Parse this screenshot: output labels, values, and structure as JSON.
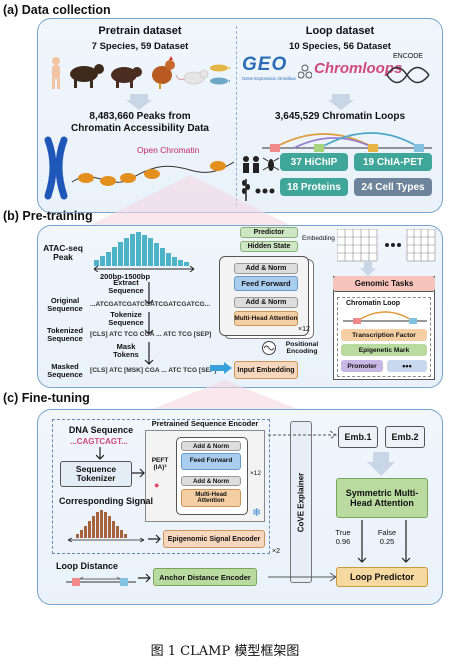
{
  "sections": {
    "a": "(a) Data collection",
    "b": "(b) Pre-training",
    "c": "(c) Fine-tuning"
  },
  "data_collection": {
    "pretrain_title": "Pretrain dataset",
    "pretrain_sub": "7 Species, 59 Dataset",
    "pretrain_peaks": "8,483,660 Peaks from",
    "pretrain_peaks2": "Chromatin Accessibility Data",
    "open_chromatin": "Open Chromatin",
    "loop_title": "Loop dataset",
    "loop_sub": "10 Species, 56 Dataset",
    "geo": "GEO",
    "geo_sub": "Gene Expression Omnibus",
    "chromloops": "Chromloops",
    "encode": "ENCODE",
    "loops_count": "3,645,529 Chromatin Loops",
    "stats": [
      "37 HiChIP",
      "19 ChIA-PET",
      "18 Proteins",
      "24 Cell Types"
    ]
  },
  "pretraining": {
    "atac": "ATAC-seq Peak",
    "bp": "200bp-1500bp",
    "extract": "Extract Sequence",
    "original": "Original Sequence",
    "original_seq": "...ATCGATCGATCGATCGATCGATCG...",
    "tokenize": "Tokenize Sequence",
    "tokenized": "Tokenized Sequence",
    "tokenized_seq": "[CLS] ATC TCG CGA ... ATC TCG [SEP]",
    "mask": "Mask Tokens",
    "masked": "Masked Sequence",
    "masked_seq": "[CLS] ATC [MSK] CGA ... ATC TCG [SEP]",
    "predictor": "Predictor",
    "hidden": "Hidden State",
    "add_norm": "Add & Norm",
    "ffn": "Feed Forward",
    "mha": "Multi-Head Attention",
    "x12": "×12",
    "pos": "Positional Encoding",
    "input_emb": "Input Embedding",
    "embedding": "Embedding",
    "genomic": "Genomic Tasks",
    "tasks": [
      "Chromatin Loop",
      "Transcription Factor",
      "Epigenetic Mark",
      "Promoter"
    ]
  },
  "finetuning": {
    "dna": "DNA Sequence",
    "dna_seq": "...CAGTCAGT...",
    "tokenizer": "Sequence Tokenizer",
    "pretrained": "Pretrained Sequence Encoder",
    "peft": "PEFT (IA)³",
    "add_norm": "Add & Norm",
    "ffn": "Feed Forward",
    "mha": "Multi-Head Attention",
    "x12": "×12",
    "signal": "Corresponding Signal",
    "epi_enc": "Epigenomic Signal Encoder",
    "x2": "×2",
    "loop_dist": "Loop Distance",
    "anchor_enc": "Anchor Distance Encoder",
    "explainer": "CoVE Explainer",
    "emb1": "Emb.1",
    "emb2": "Emb.2",
    "sym": "Symmetric Multi-Head Attention",
    "true": "True",
    "true_val": "0.96",
    "false": "False",
    "false_val": "0.25",
    "loop_pred": "Loop Predictor"
  },
  "caption": "图 1 CLAMP 模型框架图",
  "colors": {
    "panel_border": "#7aa2c9",
    "teal": "#41a69a",
    "grey_blue": "#6d849b",
    "orange": "#f5cfa4",
    "green": "#b9dba0",
    "blue": "#a9cdee",
    "pink": "#f6c3bd"
  }
}
